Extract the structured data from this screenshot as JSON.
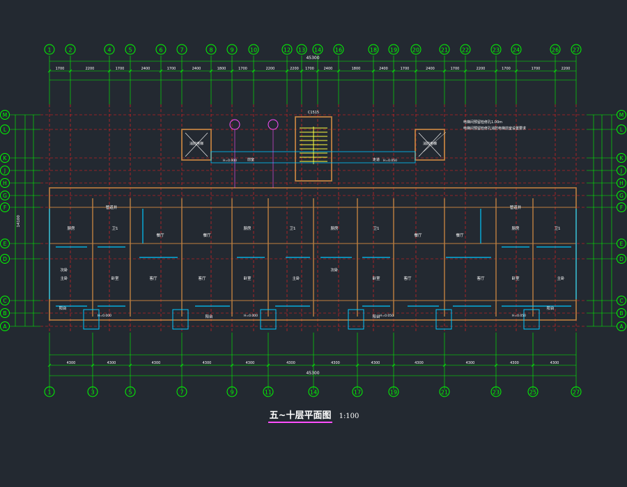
{
  "colors": {
    "background": "#232931",
    "grid_axis": "#00ff00",
    "dim_text": "#ffffff",
    "wall": "#c08040",
    "window": "#00c8ff",
    "red_axis": "#ff2020",
    "stair": "#ffff40",
    "magenta": "#ff4fff",
    "label": "#ffffff"
  },
  "column_axes_top": [
    "1",
    "2",
    "4",
    "5",
    "6",
    "7",
    "8",
    "9",
    "10",
    "12",
    "13",
    "14",
    "16",
    "18",
    "19",
    "20",
    "21",
    "22",
    "23",
    "24",
    "26",
    "27"
  ],
  "column_axes_bottom": [
    "1",
    "3",
    "5",
    "7",
    "9",
    "11",
    "14",
    "17",
    "19",
    "21",
    "23",
    "25",
    "27"
  ],
  "row_axes_left": [
    "M",
    "L",
    "K",
    "J",
    "H",
    "G",
    "F",
    "E",
    "D",
    "C",
    "B",
    "A"
  ],
  "row_axes_right": [
    "M",
    "L",
    "K",
    "J",
    "H",
    "G",
    "F",
    "E",
    "D",
    "C",
    "B",
    "A"
  ],
  "overall_dim_top": "45300",
  "overall_dim_bottom": "45300",
  "overall_dim_left": "14100",
  "top_dims_row1": [
    "1700",
    "2200",
    "1700",
    "2400",
    "1700",
    "2400",
    "1800",
    "1700",
    "2200",
    "2200",
    "1700",
    "2400",
    "1800",
    "2400",
    "1700",
    "2400",
    "1700",
    "2200",
    "1700"
  ],
  "bottom_dims_row1": [
    "4300",
    "4300",
    "4300",
    "4300",
    "4300",
    "4300",
    "4300",
    "4300"
  ],
  "rooms": {
    "living": "客厅",
    "dining": "餐厅",
    "master": "主卧",
    "second": "次卧",
    "bed": "卧室",
    "kitchen": "厨房",
    "bath": "卫1",
    "balcony": "阳台",
    "stair_window": "C1515",
    "elevator_note": "消防电梯",
    "front_room": "前室",
    "corridor": "走道",
    "equipment": "管道井"
  },
  "notes_top_right": [
    "电梯间预留检修孔1.00m",
    "电梯间预留检修孔消防电梯前室设置要求"
  ],
  "floor_marks": [
    "H=0.000",
    "H=0.050"
  ],
  "caption": {
    "title": "五~十层平面图",
    "scale": "1:100"
  }
}
